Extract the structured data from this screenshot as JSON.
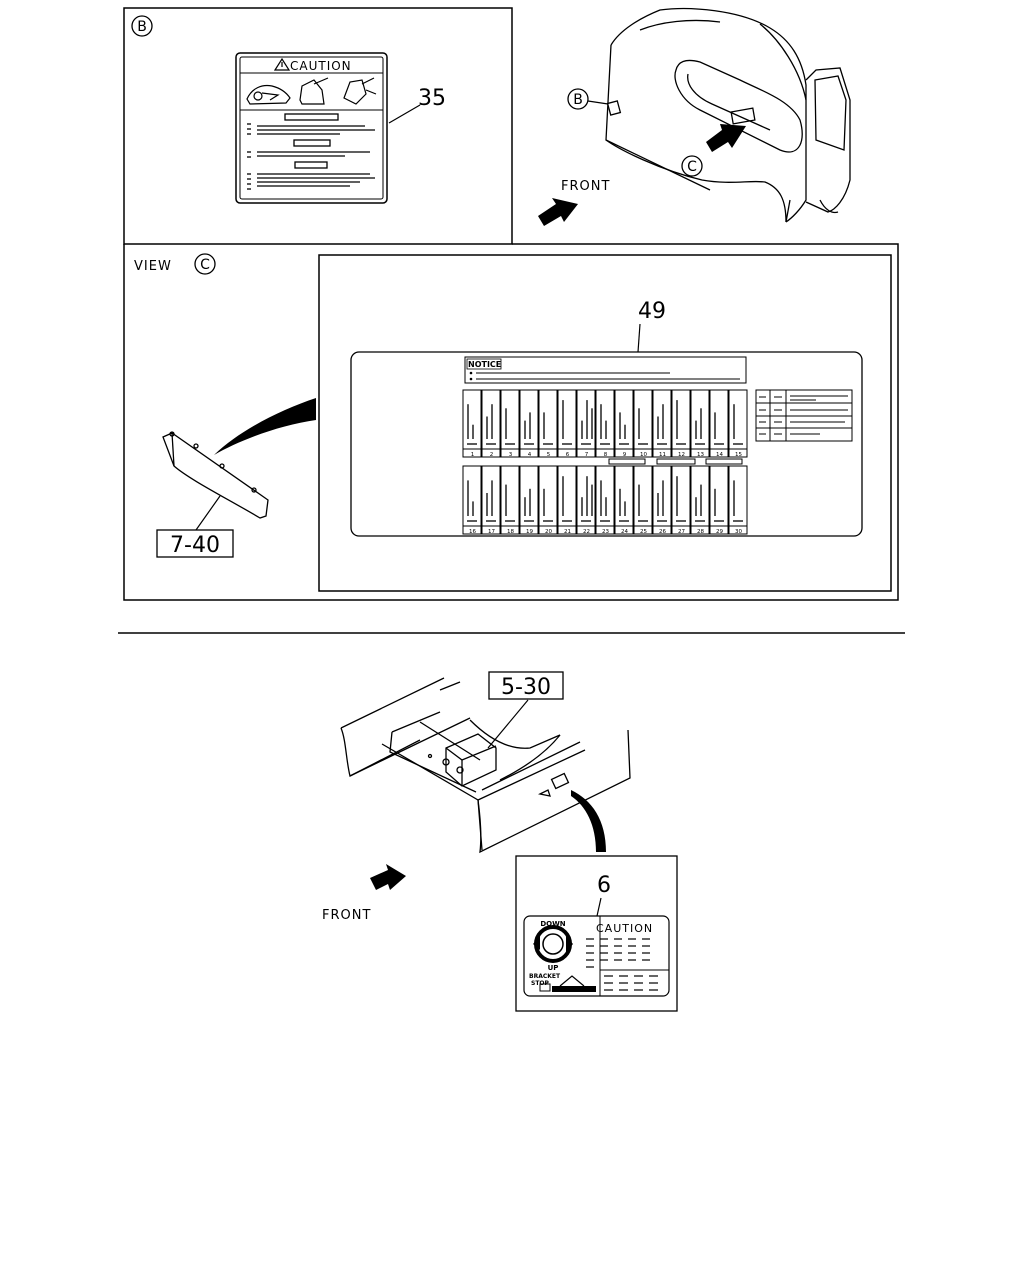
{
  "views": {
    "b_label": "B",
    "b_small_label": "B",
    "c_small_label": "C",
    "view_c_label": "VIEW",
    "view_c_circle": "C"
  },
  "front_labels": {
    "top": "FRONT",
    "bottom": "FRONT"
  },
  "part_numbers": {
    "caution_decal": "35",
    "notice_decal": "49",
    "ref_7_40": "7-40",
    "ref_5_30": "5-30",
    "jack_decal": "6"
  },
  "decal_35": {
    "title": "CAUTION"
  },
  "decal_49": {
    "title": "NOTICE",
    "fuse_numbers_top": [
      "1",
      "2",
      "3",
      "4",
      "5",
      "6",
      "7",
      "8",
      "9",
      "10",
      "11",
      "12",
      "13",
      "14",
      "15"
    ],
    "fuse_numbers_bottom": [
      "16",
      "17",
      "18",
      "19",
      "20",
      "21",
      "22",
      "23",
      "24",
      "25",
      "26",
      "27",
      "28",
      "29",
      "30"
    ]
  },
  "decal_6": {
    "title": "CAUTION",
    "down": "DOWN",
    "up": "UP",
    "bracket": "BRACKET",
    "stop": "STOP"
  }
}
